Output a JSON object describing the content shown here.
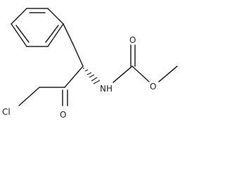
{
  "structure": {
    "atom_labels": {
      "chlorine": "Cl",
      "ketone_oxygen": "O",
      "amide_nitrogen": "NH",
      "carbonyl_oxygen": "O",
      "ester_oxygen": "O"
    },
    "colors": {
      "bond": "#222222",
      "label": "#222222",
      "background": "#ffffff"
    }
  }
}
